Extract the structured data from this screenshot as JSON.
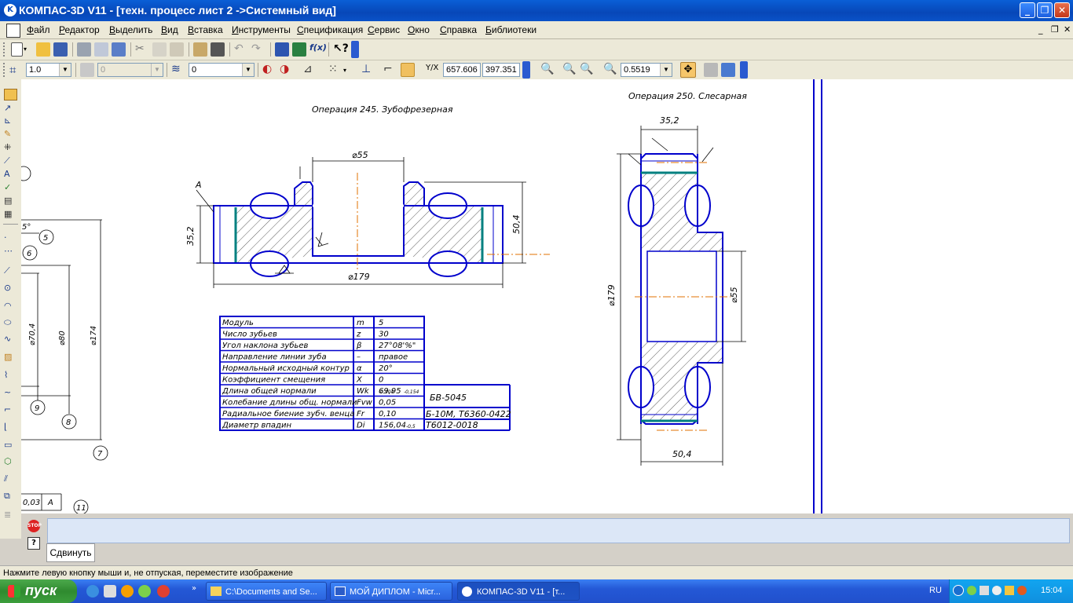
{
  "window": {
    "title": "КОМПАС-3D V11 - [техн. процесс лист 2 ->Системный вид]",
    "app_icon": "kompas-logo-icon",
    "controls": [
      "minimize-icon",
      "restore-icon",
      "close-icon"
    ]
  },
  "menu": {
    "items": [
      "Файл",
      "Редактор",
      "Выделить",
      "Вид",
      "Вставка",
      "Инструменты",
      "Спецификация",
      "Сервис",
      "Окно",
      "Справка",
      "Библиотеки"
    ]
  },
  "toolbar2": {
    "scale_value": "1.0",
    "style_value": "0",
    "layer_value": "0",
    "coord_x": "657.606",
    "coord_y": "397.351",
    "zoom_value": "0.5519"
  },
  "drawing": {
    "op245_title": "Операция 245. Зубофрезерная",
    "op250_title": "Операция 250. Слесарная",
    "dim_d55_left": "⌀55",
    "dim_352_left": "35,2",
    "dim_504_left": "50,4",
    "dim_d179_left": "⌀179",
    "label_A": "А",
    "dim_352_right": "35,2",
    "dim_d179_right": "⌀179",
    "dim_d55_right": "⌀55",
    "dim_504_right": "50,4",
    "left_partial": {
      "d70": "⌀70,4",
      "d80": "⌀80",
      "d174": "⌀174",
      "balloons": [
        "5",
        "6",
        "9",
        "8",
        "7",
        "11"
      ],
      "frame_value": "0,03",
      "frame_base": "А",
      "angle_partial": "5°"
    }
  },
  "gear_table": {
    "rows": [
      {
        "name": "Модуль",
        "sym": "m",
        "val": "5"
      },
      {
        "name": "Число зубьев",
        "sym": "z",
        "val": "30"
      },
      {
        "name": "Угол наклона зубьев",
        "sym": "β",
        "val": "27°08'%\""
      },
      {
        "name": "Направление линии зуба",
        "sym": "–",
        "val": "правое"
      },
      {
        "name": "Нормальный исходный контур",
        "sym": "α",
        "val": "20°"
      },
      {
        "name": "Коэффициент смещения",
        "sym": "X",
        "val": "0"
      },
      {
        "name": "Длина общей нормали",
        "sym": "Wk",
        "val": "69,95"
      },
      {
        "name": "Колебание длины общ. нормали",
        "sym": "Fvw",
        "val": "0,05"
      },
      {
        "name": "Радиальное биение зубч. венца",
        "sym": "Fr",
        "val": "0,10"
      },
      {
        "name": "Диаметр впадин",
        "sym": "Di",
        "val": "156,04"
      }
    ],
    "wk_tol_upper": "-0,104",
    "wk_tol_lower": "-0,154",
    "di_tol": "-0,5",
    "instr_1": "БВ-5045",
    "instr_2": "Б-10М, Т6360-0422",
    "instr_3": "Т6012-0018"
  },
  "bottom_panel": {
    "stop_icon": "stop-icon",
    "help_icon": "help-icon",
    "tab_label": "Сдвинуть"
  },
  "status": {
    "text": "Нажмите левую кнопку мыши и, не отпуская, переместите изображение"
  },
  "taskbar": {
    "start_label": "пуск",
    "tasks": [
      "C:\\Documents and Se...",
      "МОЙ ДИПЛОМ - Micr...",
      "КОМПАС-3D V11 - [т..."
    ],
    "lang": "RU",
    "clock": "15:04"
  }
}
